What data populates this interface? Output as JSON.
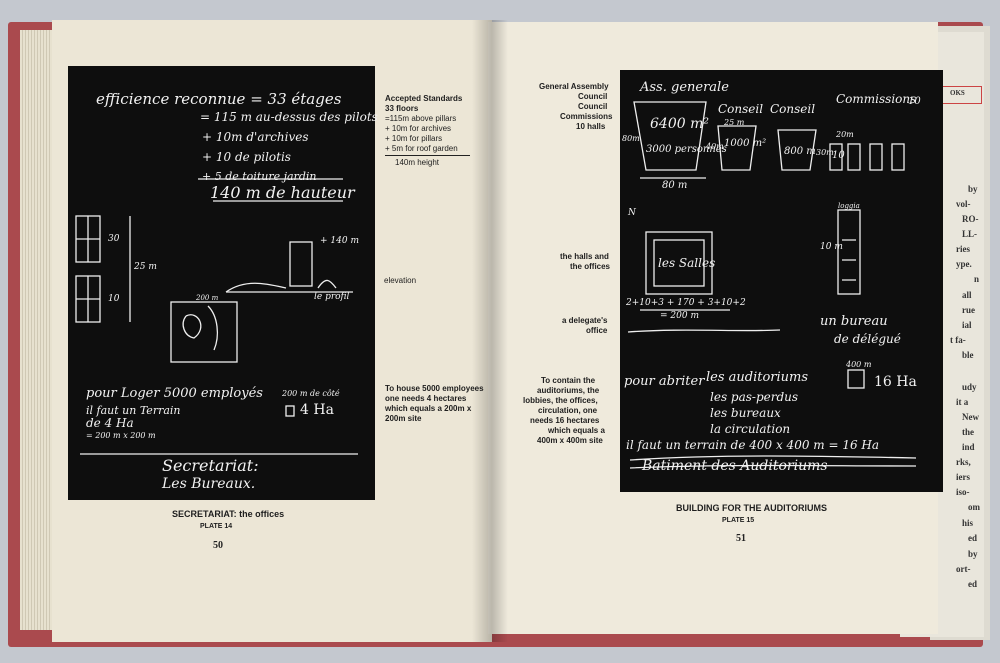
{
  "left_page": {
    "board": {
      "line1": "efficience reconnue = 33 étages",
      "line2": "= 115 m au-dessus des pilots",
      "line3": "+ 10m d'archives",
      "line4": "+ 10   de pilotis",
      "line5": "+ 5    de toiture jardin",
      "line6": "140 m de hauteur",
      "dim_30": "30",
      "dim_25m": "25 m",
      "dim_10": "10",
      "plus_140": "+ 140 m",
      "le_profil": "le profil",
      "dim_200m": "200 m",
      "house1": "pour Loger 5000 employés",
      "house2": "il faut un Terrain",
      "house3": "de 4 Ha",
      "house4": "= 200 m x 200 m",
      "side_label": "200 m de côté",
      "ha": "4 Ha",
      "title1": "Secretariat:",
      "title2": "Les Bureaux."
    },
    "notes": {
      "heading1": "Accepted Standards",
      "heading2": "33 floors",
      "r1": "=115m above pillars",
      "r2": "+  10m for archives",
      "r3": "+  10m for pillars",
      "r4": "+    5m for roof garden",
      "total": "140m height",
      "elevation": "elevation",
      "house1": "To house 5000 employees",
      "house2": "one needs 4 hectares",
      "house3": "which equals a 200m x",
      "house4": "200m site"
    },
    "caption": "SECRETARIAT: the offices",
    "plate": "PLATE 14",
    "page_number": "50"
  },
  "right_page": {
    "notes": {
      "h1": "General Assembly",
      "h2": "Council",
      "h3": "Council",
      "h4": "Commissions",
      "h5": "10 halls",
      "halls1": "the halls and",
      "halls2": "the offices",
      "del1": "a delegate's",
      "del2": "office",
      "c1": "To contain the",
      "c2": "auditoriums, the",
      "c3": "lobbies, the offices,",
      "c4": "circulation, one",
      "c5": "needs 16 hectares",
      "c6": "which equals a",
      "c7": "400m x 400m site"
    },
    "board": {
      "ass": "Ass. generale",
      "conseil1": "Conseil",
      "conseil2": "Conseil",
      "commissions": "Commissions",
      "n10": "10",
      "area1": "6400 m²",
      "area1b": "3000 personnes",
      "area2": "1000 m²",
      "area3": "800 m",
      "dim_25m": "25 m",
      "dim_20m": "20m",
      "dim_30m": "30m",
      "dim_40m": "40m",
      "dim_80m_side": "80m",
      "dim_80m": "80 m",
      "n_10": "10",
      "salles": "les Salles",
      "north": "N",
      "loggia": "loggia",
      "dim_10m": "10 m",
      "sum": "2+10+3 + 170 + 3+10+2",
      "sum2": "= 200 m",
      "bureau1": "un bureau",
      "bureau2": "de délégué",
      "abriter1": "pour abriter",
      "abriter2": "les auditoriums",
      "abriter3": "les pas-perdus",
      "abriter4": "les bureaux",
      "abriter5": "la circulation",
      "dim_400m": "400 m",
      "ha": "16 Ha",
      "terrain": "il faut un terrain de 400 x 400 m = 16 Ha",
      "title": "Batiment des Auditoriums"
    },
    "caption": "BUILDING FOR THE AUDITORIUMS",
    "plate": "PLATE 15",
    "page_number": "51"
  },
  "insert": {
    "tab": "OKS",
    "fragments": [
      "by",
      "vol-",
      "RO-",
      "LL-",
      "ries",
      "ype.",
      "n",
      "all",
      "rue",
      "ial",
      "t fa-",
      "ble",
      "udy",
      "it a",
      "New",
      "the",
      "ind",
      "rks,",
      "iers",
      "iso-",
      "om",
      "his",
      "ed",
      "by",
      "ort-",
      "ed"
    ]
  },
  "colors": {
    "blackboard": "#0e0e0e",
    "chalk": "#f2f2f2",
    "paper": "#ece6d6",
    "cover": "#aa4a4e"
  }
}
